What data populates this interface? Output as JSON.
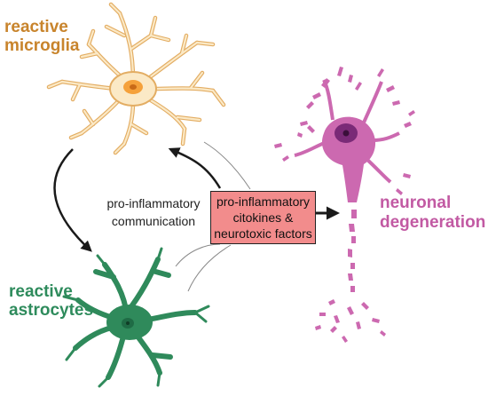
{
  "labels": {
    "microglia_line1": "reactive",
    "microglia_line2": "microglia",
    "astrocytes_line1": "reactive",
    "astrocytes_line2": "astrocytes",
    "neuron_line1": "neuronal",
    "neuron_line2": "degeneration",
    "communication_line1": "pro-inflammatory",
    "communication_line2": "communication",
    "factors_line1": "pro-inflammatory",
    "factors_line2": "citokines &",
    "factors_line3": "neurotoxic factors"
  },
  "colors": {
    "microglia_text": "#c8842c",
    "microglia_fill": "#fbe9c6",
    "microglia_stroke": "#e3ad63",
    "microglia_nucleus": "#f5a13b",
    "astro_text": "#2e8b5c",
    "astro_fill": "#2f8a5b",
    "neuron_text": "#c25aa3",
    "neuron_fill": "#cc69b0",
    "neuron_nucleus": "#7a2a77",
    "box_fill": "#f28c8c",
    "arrow": "#1a1a1a"
  }
}
